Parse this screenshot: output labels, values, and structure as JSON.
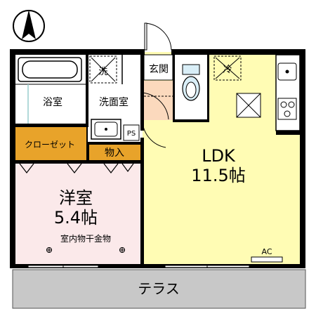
{
  "labels": {
    "bath": "浴室",
    "washroom": "洗面室",
    "entrance": "玄関",
    "closet": "クローゼット",
    "storage": "物入",
    "ldk_name": "LDK",
    "ldk_size": "11.5帖",
    "western_name": "洋室",
    "western_size": "5.4帖",
    "dryer": "室内物干金物",
    "terrace": "テラス",
    "ac": "AC",
    "ps": "PS",
    "washer_mark": "洗",
    "fridge_mark": "冷"
  },
  "colors": {
    "ldk_floor": "#fffcb4",
    "western_floor": "#fbe9ea",
    "closet_fill": "#e8a32a",
    "entrance_floor": "#fbd9bd",
    "terrace_fill": "#c8c8c8",
    "bath_wall_tint": "#d9eef7",
    "wall": "#000000"
  },
  "icons": {
    "north_arrow": "north-arrow-icon",
    "bathtub": "bathtub-icon",
    "toilet": "toilet-icon",
    "sink": "sink-icon",
    "stove": "stove-icon",
    "ventilation": "ventilation-fan-icon"
  }
}
